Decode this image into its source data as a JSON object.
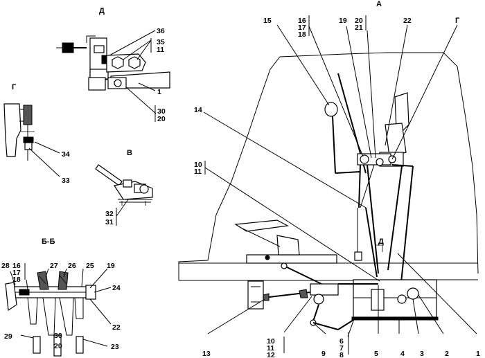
{
  "views": {
    "A": "А",
    "D": "Д",
    "G1": "Г",
    "G2": "Г",
    "V": "В",
    "BB": "Б-Б"
  },
  "labels": {
    "n1": "1",
    "n2": "2",
    "n3": "3",
    "n4": "4",
    "n5": "5",
    "n6": "6",
    "n7": "7",
    "n8": "8",
    "n9": "9",
    "n10": "10",
    "n11": "11",
    "n12": "12",
    "n13": "13",
    "n14": "14",
    "n15": "15",
    "n16": "16",
    "n17": "17",
    "n18": "18",
    "n19": "19",
    "n20": "20",
    "n21": "21",
    "n22": "22",
    "n23": "23",
    "n24": "24",
    "n25": "25",
    "n26": "26",
    "n27": "27",
    "n28": "28",
    "n29": "29",
    "n30": "30",
    "n31": "31",
    "n32": "32",
    "n33": "33",
    "n34": "34",
    "n35": "35",
    "n36": "36",
    "d36": "36",
    "d35": "35",
    "d11": "11",
    "d1": "1",
    "d30": "30",
    "d20": "20",
    "g34": "34",
    "g33": "33",
    "v32": "32",
    "v31": "31",
    "b28": "28",
    "b16": "16",
    "b17": "17",
    "b18": "18",
    "b27": "27",
    "b26": "26",
    "b25": "25",
    "b19": "19",
    "b24": "24",
    "b22": "22",
    "b29": "29",
    "b30": "30",
    "b20": "20",
    "b23": "23",
    "a15": "15",
    "a16": "16",
    "a17": "17",
    "a18": "18",
    "a19": "19",
    "a20": "20",
    "a21": "21",
    "a22": "22",
    "ag": "Г",
    "a14": "14",
    "a10": "10",
    "a11": "11",
    "a13": "13",
    "a10b": "10",
    "a11b": "11",
    "a12b": "12",
    "a9": "9",
    "a6": "6",
    "a7": "7",
    "a8": "8",
    "a5": "5",
    "a4": "4",
    "a3": "3",
    "a2": "2",
    "a1": "1",
    "ad": "Д"
  }
}
